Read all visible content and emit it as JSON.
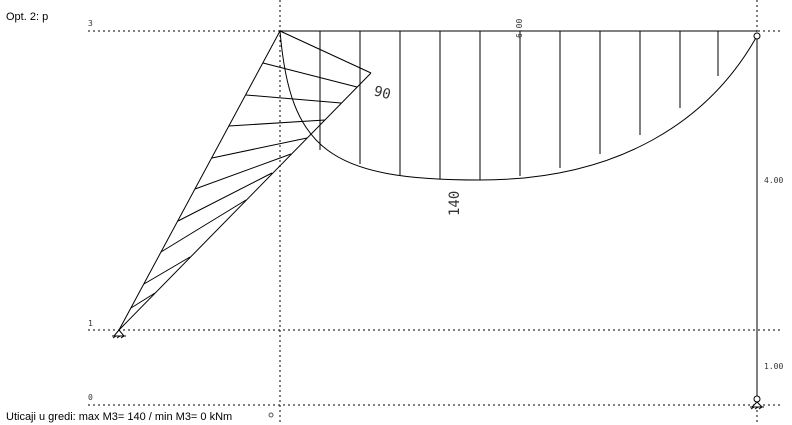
{
  "header": {
    "option_label": "Opt. 2: p"
  },
  "footer": {
    "status_text": "Uticaji u gredi: max M3= 140 / min M3= 0 kNm"
  },
  "levels": {
    "top": "3",
    "mid": "1",
    "bottom": "0"
  },
  "dimensions": {
    "beam_span": "6.00",
    "upper_height": "4.00",
    "lower_height": "1.00"
  },
  "moment_values": {
    "inclined_member": "90",
    "beam_max": "140"
  },
  "colors": {
    "lines": "#000000",
    "gridlines": "#000000",
    "text": "#000000"
  }
}
